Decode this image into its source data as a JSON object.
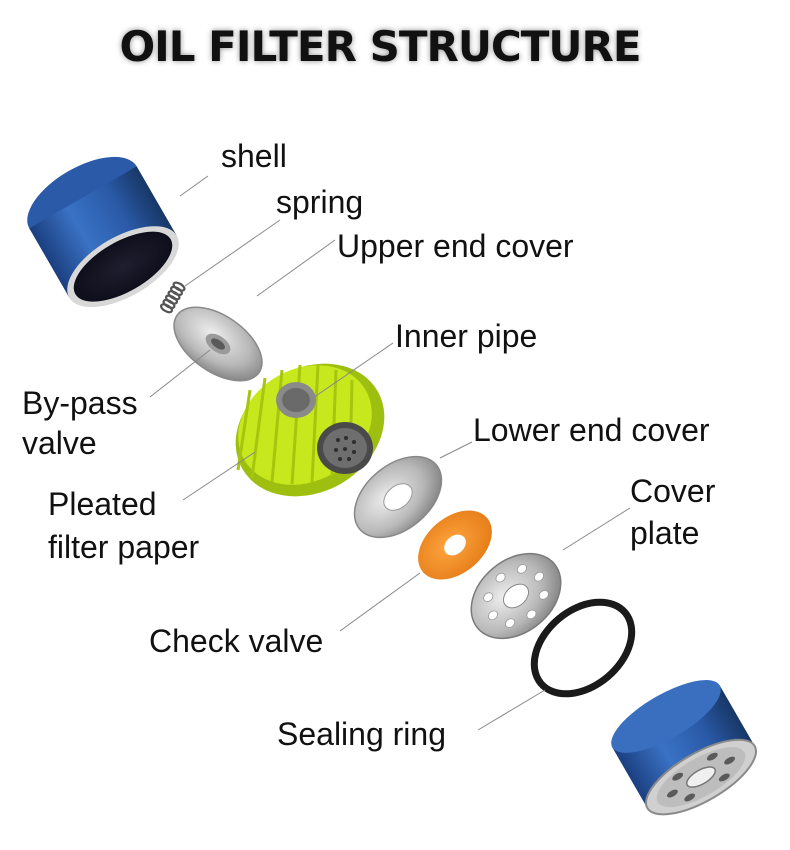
{
  "title": "OIL FILTER STRUCTURE",
  "labels": {
    "shell": "shell",
    "spring": "spring",
    "upper_end_cover": "Upper end cover",
    "inner_pipe": "Inner pipe",
    "bypass_valve_line1": "By-pass",
    "bypass_valve_line2": "valve",
    "lower_end_cover": "Lower end cover",
    "cover_plate_line1": "Cover",
    "cover_plate_line2": "plate",
    "pleated_filter_paper_line1": "Pleated",
    "pleated_filter_paper_line2": "filter paper",
    "check_valve": "Check valve",
    "sealing_ring": "Sealing ring"
  },
  "colors": {
    "shell_blue": "#2a5aa8",
    "filter_paper_yellow": "#c8e81e",
    "check_valve_orange": "#f28a1e",
    "metal_gray": "#b4b4b4",
    "sealing_ring_black": "#1a1a1a"
  }
}
